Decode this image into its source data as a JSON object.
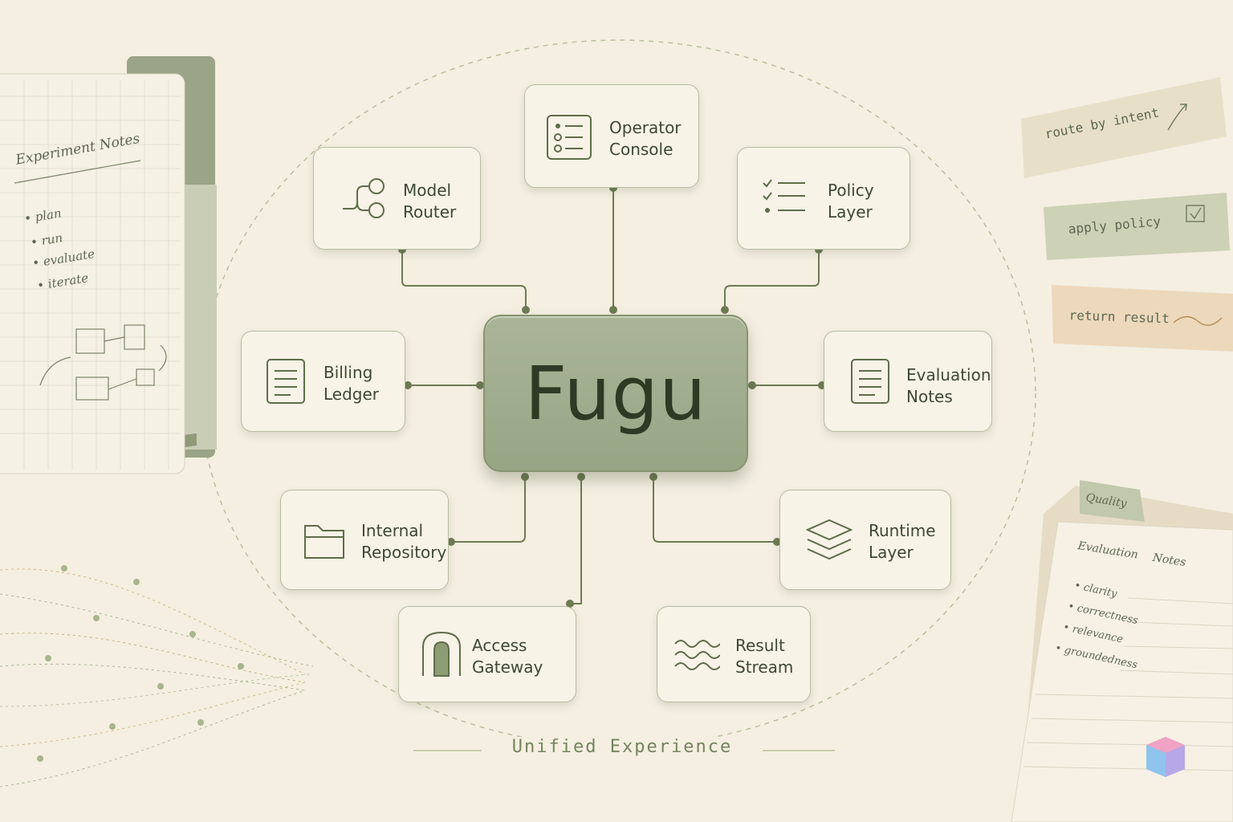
{
  "center": {
    "title": "Fugu"
  },
  "caption": "Unified Experience",
  "nodes": {
    "operator_console": {
      "line1": "Operator",
      "line2": "Console",
      "icon": "checklist-icon"
    },
    "model_router": {
      "line1": "Model",
      "line2": "Router",
      "icon": "branch-icon"
    },
    "policy_layer": {
      "line1": "Policy",
      "line2": "Layer",
      "icon": "check-list-icon"
    },
    "billing_ledger": {
      "line1": "Billing",
      "line2": "Ledger",
      "icon": "document-icon"
    },
    "evaluation_notes": {
      "line1": "Evaluation",
      "line2": "Notes",
      "icon": "document-icon"
    },
    "internal_repository": {
      "line1": "Internal",
      "line2": "Repository",
      "icon": "folder-icon"
    },
    "runtime_layer": {
      "line1": "Runtime",
      "line2": "Layer",
      "icon": "layers-icon"
    },
    "access_gateway": {
      "line1": "Access",
      "line2": "Gateway",
      "icon": "gate-icon"
    },
    "result_stream": {
      "line1": "Result",
      "line2": "Stream",
      "icon": "waves-icon"
    }
  },
  "notebook": {
    "title": "Experiment Notes",
    "items": [
      "plan",
      "run",
      "evaluate",
      "iterate"
    ]
  },
  "strips": [
    "route by intent",
    "apply policy",
    "return result"
  ],
  "folder": {
    "tab": "Quality",
    "title": "Evaluation Notes",
    "items": [
      "clarity",
      "correctness",
      "relevance",
      "groundedness"
    ]
  },
  "colors": {
    "background": "#f4efe1",
    "accent": "#97a585",
    "line": "#6d7b55",
    "card": "#f7f3e7"
  }
}
